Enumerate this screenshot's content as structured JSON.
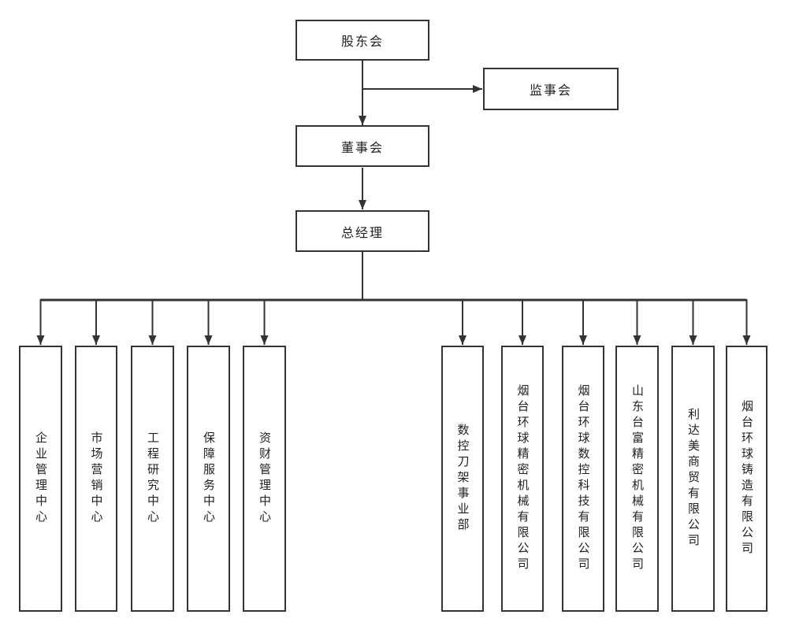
{
  "diagram": {
    "type": "organization-chart",
    "nodes": {
      "shareholders_meeting": "股东会",
      "supervisory_board": "监事会",
      "board_of_directors": "董事会",
      "general_manager": "总经理"
    },
    "departments": [
      "企业管理中心",
      "市场营销中心",
      "工程研究中心",
      "保障服务中心",
      "资财管理中心",
      "数控刀架事业部",
      "烟台环球精密机械有限公司",
      "烟台环球数控科技有限公司",
      "山东台富精密机械有限公司",
      "利达美商贸有限公司",
      "烟台环球铸造有限公司"
    ],
    "edges": [
      "股东会 → 董事会",
      "股东会 → 监事会",
      "董事会 → 总经理",
      "总经理 → 11个下属中心/事业部/子公司"
    ],
    "colors": {
      "line": "#333333",
      "box_border": "#333333",
      "background": "#ffffff",
      "text": "#222222"
    }
  }
}
